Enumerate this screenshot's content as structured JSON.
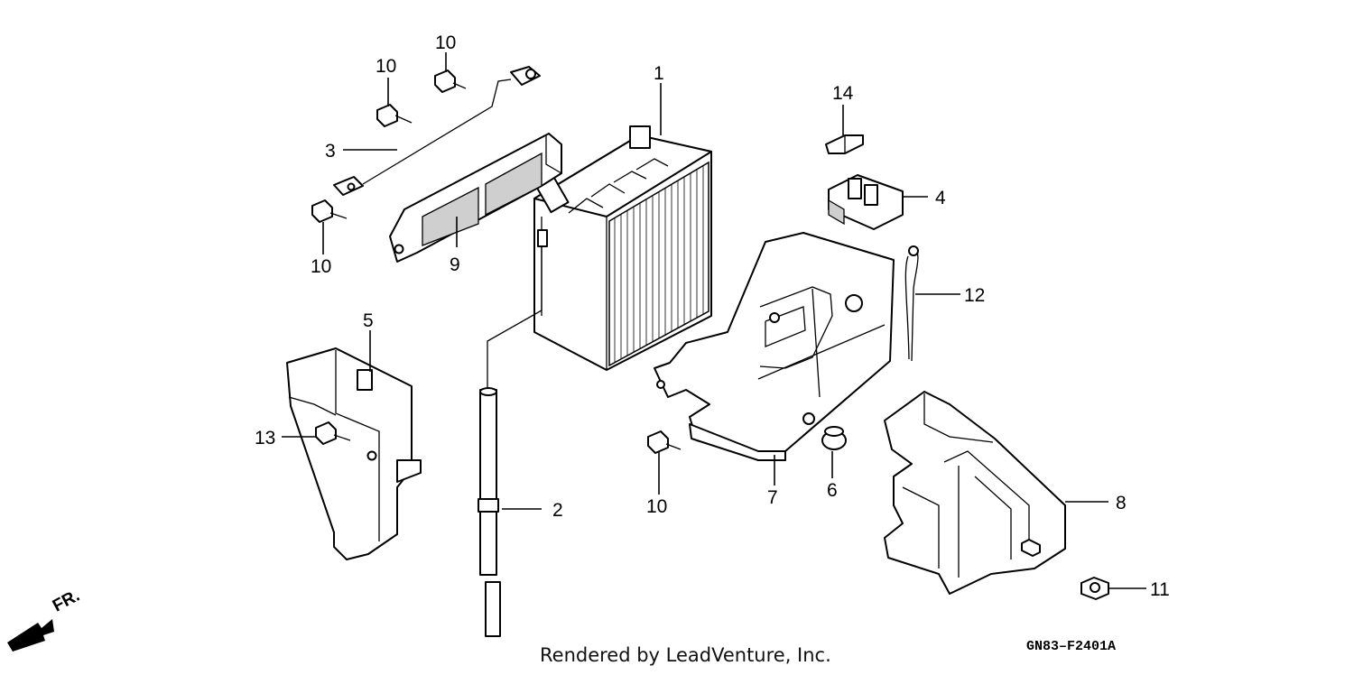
{
  "callouts": [
    {
      "id": "callout-1",
      "label": "1"
    },
    {
      "id": "callout-2",
      "label": "2"
    },
    {
      "id": "callout-3",
      "label": "3"
    },
    {
      "id": "callout-4",
      "label": "4"
    },
    {
      "id": "callout-5",
      "label": "5"
    },
    {
      "id": "callout-6",
      "label": "6"
    },
    {
      "id": "callout-7",
      "label": "7"
    },
    {
      "id": "callout-8",
      "label": "8"
    },
    {
      "id": "callout-9",
      "label": "9"
    },
    {
      "id": "callout-10a",
      "label": "10"
    },
    {
      "id": "callout-10b",
      "label": "10"
    },
    {
      "id": "callout-10c",
      "label": "10"
    },
    {
      "id": "callout-10d",
      "label": "10"
    },
    {
      "id": "callout-11",
      "label": "11"
    },
    {
      "id": "callout-12",
      "label": "12"
    },
    {
      "id": "callout-13",
      "label": "13"
    },
    {
      "id": "callout-14",
      "label": "14"
    }
  ],
  "direction_label": "FR.",
  "credit": "Rendered by LeadVenture, Inc.",
  "diagram_code": "GN83–F2401A"
}
